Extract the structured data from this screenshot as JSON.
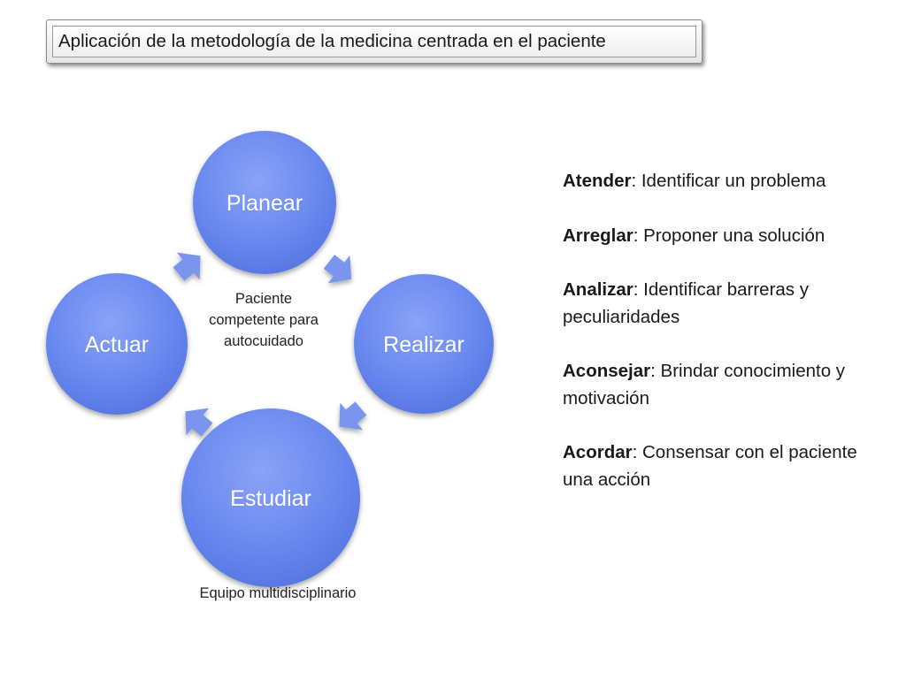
{
  "title": "Aplicación de la metodología de la medicina centrada en el paciente",
  "cycle": {
    "nodes": {
      "top": "Planear",
      "right": "Realizar",
      "bottom": "Estudiar",
      "left": "Actuar"
    },
    "center_text": "Paciente competente para autocuidado",
    "bottom_caption": "Equipo multidisciplinario"
  },
  "colors": {
    "node_fill": "#6d8cf0",
    "arrow_fill": "#7a95ee"
  },
  "steps": [
    {
      "term": "Atender",
      "text": ": Identificar un problema"
    },
    {
      "term": "Arreglar",
      "text": ": Proponer una solución"
    },
    {
      "term": "Analizar",
      "text": ": Identificar barreras y peculiaridades"
    },
    {
      "term": "Aconsejar",
      "text": ": Brindar conocimiento y motivación"
    },
    {
      "term": "Acordar",
      "text": ": Consensar con el paciente una acción"
    }
  ]
}
